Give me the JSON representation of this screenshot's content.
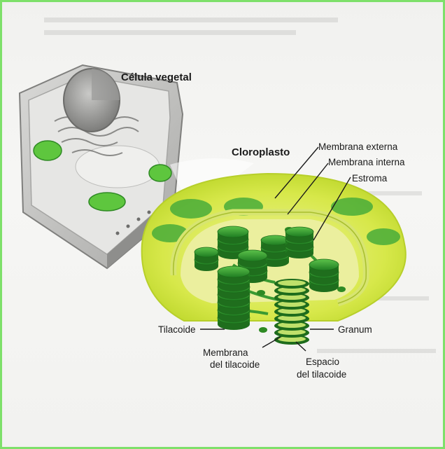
{
  "plant_cell_title": "Célula vegetal",
  "chloroplast_title": "Cloroplasto",
  "labels": {
    "outer_membrane": "Membrana externa",
    "inner_membrane": "Membrana interna",
    "stroma": "Estroma",
    "thylakoid": "Tilacoide",
    "granum": "Granum",
    "thylakoid_membrane_line1": "Membrana",
    "thylakoid_membrane_line2": "del tilacoide",
    "thylakoid_space_line1": "Espacio",
    "thylakoid_space_line2": "del tilacoide"
  },
  "colors": {
    "frame_border": "#7ee06a",
    "chloroplast_outer": "#d4e83c",
    "stroma": "#e8ef96",
    "grana": "#2e9a2c",
    "cell_wall": "#9c9c9a"
  }
}
